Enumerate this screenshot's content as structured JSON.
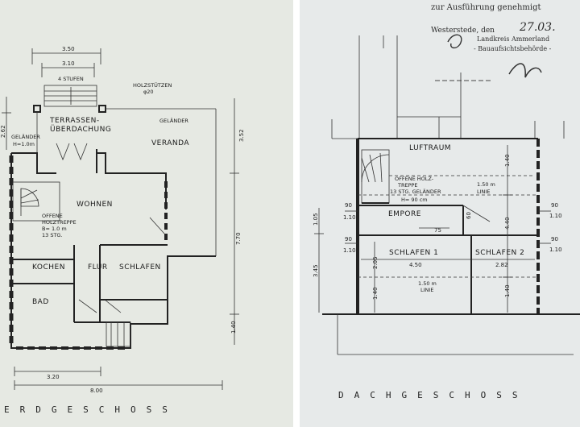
{
  "erdgeschoss": {
    "title": "ERDGESCHOSS",
    "rooms": {
      "terrasse": "TERRASSEN-",
      "terrasse2": "ÜBERDACHUNG",
      "veranda": "VERANDA",
      "wohnen": "WOHNEN",
      "kochen": "KOCHEN",
      "flur": "FLUR",
      "schlafen": "SCHLAFEN",
      "bad": "BAD"
    },
    "notes": {
      "stufen": "4 STUFEN",
      "holzstuetzen": "HOLZSTÜTZEN",
      "holzstuetzen_size": "φ20",
      "gelaender_left": "GELÄNDER",
      "gelaender_left_h": "H=1.0m",
      "gelaender_right": "GELÄNDER",
      "treppe1": "OFFENE",
      "treppe2": "HOLZTREPPE",
      "treppe3": "B= 1.0 m",
      "treppe4": "13 STG."
    },
    "dims": {
      "d350": "3.50",
      "d310": "3.10",
      "d262": "2.62",
      "d352": "3.52",
      "d770": "7.70",
      "d140": "1.40",
      "d320": "3.20",
      "d800": "8.00"
    }
  },
  "dachgeschoss": {
    "title": "DACHGESCHOSS",
    "stamp": {
      "line1": "zur Ausführung genehmigt",
      "place": "Westerstede, den",
      "date": "27.03.",
      "authority1": "Landkreis Ammerland",
      "authority2": "- Bauaufsichtsbehörde -"
    },
    "rooms": {
      "luftraum": "LUFTRAUM",
      "empore": "EMPORE",
      "schlafen1": "SCHLAFEN 1",
      "schlafen2": "SCHLAFEN 2"
    },
    "notes": {
      "treppe1": "OFFENE HOLZ-",
      "treppe2": "TREPPE",
      "treppe3": "13 STG. GELÄNDER",
      "treppe4": "H= 90 cm",
      "linie_top1": "1.50 m",
      "linie_top2": "LINIE",
      "linie_bot1": "1.50 m",
      "linie_bot2": "LINIE"
    },
    "dims": {
      "d140a": "1.40",
      "d440": "4.40",
      "d140b": "1.40",
      "d105": "1.05",
      "d345": "3.45",
      "d205": "2.05",
      "d140c": "1.40",
      "d450": "4.50",
      "d282": "2.82",
      "d75": "75",
      "d60": "60",
      "w90a": "90",
      "w110a": "1.10",
      "w90b": "90",
      "w110b": "1.10",
      "w90c": "90",
      "w110c": "1.10",
      "w90d": "90",
      "w110d": "1.10"
    }
  }
}
